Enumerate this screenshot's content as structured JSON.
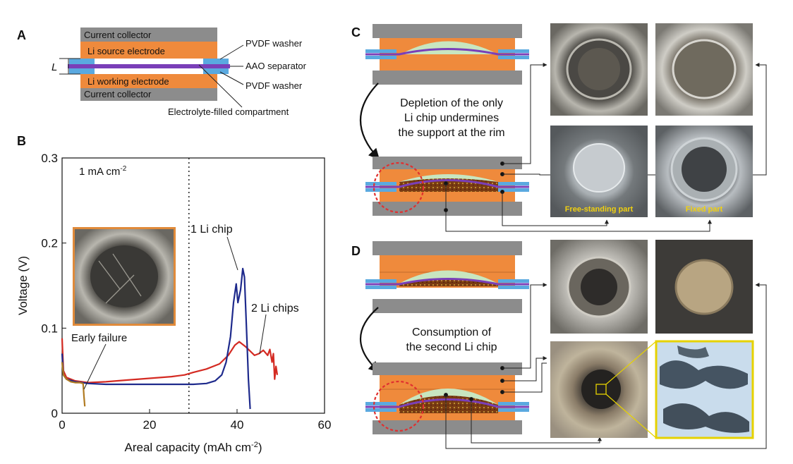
{
  "panels": {
    "A": {
      "letter": "A",
      "labels": {
        "current_collector_top": "Current collector",
        "li_source": "Li source electrode",
        "li_working": "Li working electrode",
        "current_collector_bottom": "Current collector",
        "pvdf_washer_top": "PVDF washer",
        "aao_separator": "AAO separator",
        "pvdf_washer_bottom": "PVDF washer",
        "electrolyte_compartment": "Electrolyte-filled compartment",
        "thickness_symbol": "L"
      }
    },
    "B": {
      "letter": "B",
      "current_density_text": "1 mA cm",
      "current_density_exp": "-2",
      "annotation_early_failure": "Early failure",
      "annotation_1chip": "1 Li chip",
      "annotation_2chips": "2 Li chips"
    },
    "C": {
      "letter": "C",
      "caption_lines": [
        "Depletion of the only",
        "Li chip undermines",
        "the support at the rim"
      ],
      "photo_label_free": "Free-standing part",
      "photo_label_fixed": "Fixed part"
    },
    "D": {
      "letter": "D",
      "caption_lines": [
        "Consumption of",
        "the second Li chip"
      ]
    }
  },
  "colors": {
    "collector": "#8c8c8c",
    "electrode": "#ef8a3c",
    "separator": "#7a3fb8",
    "washer": "#5aa9e0",
    "electrolyte": "#c8e6c0",
    "dead_li": "#7a3b12",
    "series_1chip": "#1e2a8c",
    "series_2chips": "#d42a22",
    "series_early": "#b07a20",
    "highlight_yellow": "#e6d200",
    "rim_circle": "#e03030"
  },
  "chart_data": {
    "type": "line",
    "title": "",
    "xlabel": "Areal capacity",
    "xlabel_unit": "(mAh cm",
    "xlabel_unit_exp": "-2",
    "xlabel_unit_close": ")",
    "ylabel": "Voltage  (V)",
    "xlim": [
      0,
      60
    ],
    "ylim": [
      0,
      0.3
    ],
    "xticks": [
      0,
      20,
      40,
      60
    ],
    "yticks": [
      0,
      0.1,
      0.2,
      0.3
    ],
    "ytick_labels": [
      "0",
      "0.1",
      "0.2",
      "0.3"
    ],
    "vline_x": 29,
    "grid": false,
    "series": [
      {
        "name": "2 Li chips",
        "color": "#d42a22",
        "points": [
          [
            0,
            0.088
          ],
          [
            0.3,
            0.05
          ],
          [
            1,
            0.042
          ],
          [
            3,
            0.038
          ],
          [
            6,
            0.036
          ],
          [
            10,
            0.037
          ],
          [
            15,
            0.039
          ],
          [
            20,
            0.041
          ],
          [
            25,
            0.043
          ],
          [
            28,
            0.045
          ],
          [
            30,
            0.048
          ],
          [
            33,
            0.052
          ],
          [
            36,
            0.058
          ],
          [
            38,
            0.068
          ],
          [
            39.5,
            0.08
          ],
          [
            40.5,
            0.084
          ],
          [
            42,
            0.078
          ],
          [
            43,
            0.073
          ],
          [
            44,
            0.068
          ],
          [
            45,
            0.07
          ],
          [
            46,
            0.074
          ],
          [
            47,
            0.068
          ],
          [
            47.5,
            0.075
          ],
          [
            48,
            0.06
          ],
          [
            48.3,
            0.07
          ],
          [
            48.6,
            0.04
          ],
          [
            48.9,
            0.055
          ],
          [
            49.2,
            0.045
          ]
        ]
      },
      {
        "name": "1 Li chip",
        "color": "#1e2a8c",
        "points": [
          [
            0,
            0.07
          ],
          [
            0.3,
            0.045
          ],
          [
            1,
            0.04
          ],
          [
            3,
            0.037
          ],
          [
            6,
            0.035
          ],
          [
            10,
            0.034
          ],
          [
            15,
            0.034
          ],
          [
            20,
            0.034
          ],
          [
            25,
            0.034
          ],
          [
            30,
            0.034
          ],
          [
            33,
            0.035
          ],
          [
            35,
            0.038
          ],
          [
            36.5,
            0.045
          ],
          [
            37.5,
            0.06
          ],
          [
            38.5,
            0.09
          ],
          [
            39.2,
            0.13
          ],
          [
            39.8,
            0.152
          ],
          [
            40.2,
            0.13
          ],
          [
            40.8,
            0.145
          ],
          [
            41.3,
            0.17
          ],
          [
            41.7,
            0.16
          ],
          [
            42,
            0.12
          ],
          [
            42.3,
            0.08
          ],
          [
            42.6,
            0.04
          ],
          [
            43,
            0.005
          ]
        ]
      },
      {
        "name": "Early failure",
        "color": "#b07a20",
        "points": [
          [
            0,
            0.06
          ],
          [
            0.3,
            0.045
          ],
          [
            1,
            0.04
          ],
          [
            2,
            0.037
          ],
          [
            3,
            0.036
          ],
          [
            4,
            0.036
          ],
          [
            4.8,
            0.035
          ],
          [
            5,
            0.02
          ],
          [
            5.2,
            0.008
          ]
        ]
      }
    ]
  }
}
